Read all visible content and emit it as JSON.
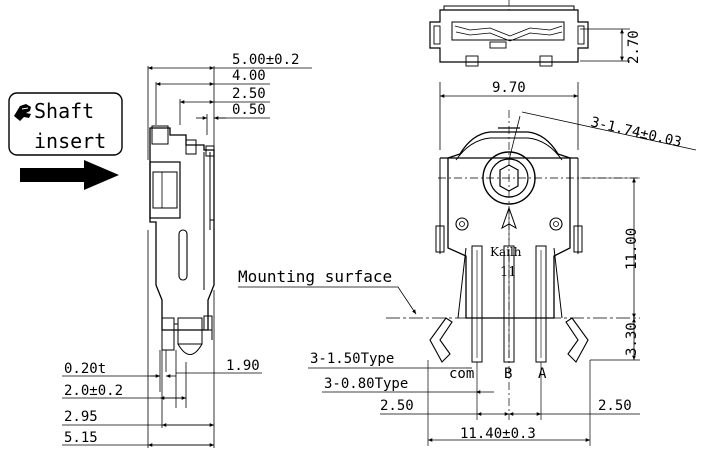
{
  "callout": {
    "icon": "pointing-hand-icon",
    "line1": "Shaft",
    "line2": "insert"
  },
  "side_view": {
    "dim_500": "5.00±0.2",
    "dim_400": "4.00",
    "dim_250": "2.50",
    "dim_050": "0.50",
    "dim_190": "1.90",
    "dim_020t": "0.20t",
    "dim_20": "2.0±0.2",
    "dim_295": "2.95",
    "dim_515": "5.15"
  },
  "front_view": {
    "dim_970": "9.70",
    "dim_holes": "3-1.74±0.03",
    "dim_1100": "11.00",
    "dim_330": "3.30",
    "dim_270": "2.70",
    "mounting_surface": "Mounting surface",
    "type_150": "3-1.50Type",
    "type_080": "3-0.80Type",
    "dim_250_left": "2.50",
    "dim_250_right": "2.50",
    "dim_1140": "11.40±0.3",
    "pin_com": "com",
    "pin_b": "B",
    "pin_a": "A",
    "brand": "Kailh",
    "model": "11"
  }
}
